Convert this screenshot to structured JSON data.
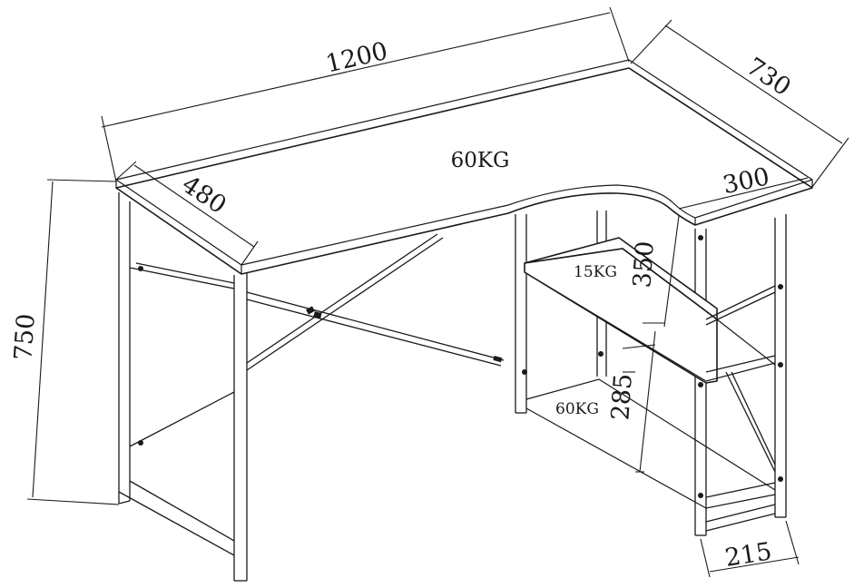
{
  "dimensions": {
    "total_width": "1200",
    "total_depth": "730",
    "desk_depth": "480",
    "return_width": "300",
    "height": "750",
    "shelf_spacing_upper": "350",
    "shelf_spacing_lower": "285",
    "shelf_depth": "215"
  },
  "loads": {
    "desktop": "60KG",
    "upper_shelf": "15KG",
    "lower_shelf": "60KG"
  },
  "colors": {
    "line": "#1a1a1a",
    "background": "#ffffff"
  }
}
